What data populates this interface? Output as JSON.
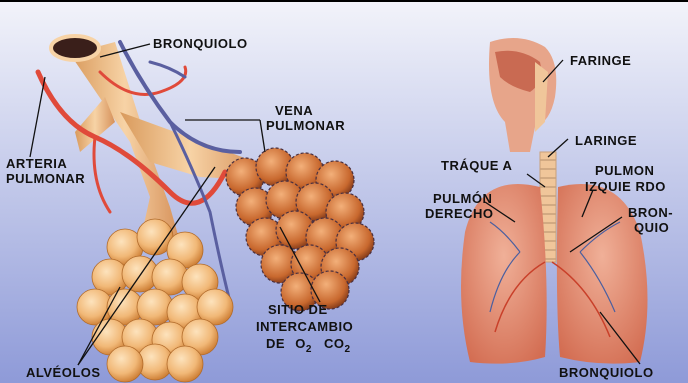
{
  "labels": {
    "bronquiolo_top": "BRONQUIOLO",
    "vena_line1": "VENA",
    "vena_line2": "PULMONAR",
    "arteria_line1": "ARTERIA",
    "arteria_line2": "PULMONAR",
    "sitio_line1": "SITIO DE",
    "sitio_line2": "INTERCAMBIO",
    "sitio_line3_prefix": "DE",
    "o_letter": "O",
    "o_sub": "2",
    "c_letters": "CO",
    "c_sub": "2",
    "alveolos": "ALVÉOLOS",
    "faringe": "FARINGE",
    "laringe": "LARINGE",
    "traquea": "TRÁQUE A",
    "pulmon_der_line1": "PULMÓN",
    "pulmon_der_line2": "DERECHO",
    "pulmon_izq_line1": "PULMON",
    "pulmon_izq_line2": "IZQUIE RDO",
    "bronquio_line1": "BRON-",
    "bronquio_line2": "QUIO",
    "bronquiolo_bottom": "BRONQUIOLO"
  },
  "colors": {
    "background_top": "#f2f3fa",
    "background_bottom": "#8e9ad8",
    "alveolus": "#f1b877",
    "alveolus_dark": "#c9772c",
    "artery": "#e04a3a",
    "vein": "#5a5fa0",
    "capillary_cluster": "#c8682e",
    "lung": "#e59070",
    "airway": "#f0c69a"
  }
}
